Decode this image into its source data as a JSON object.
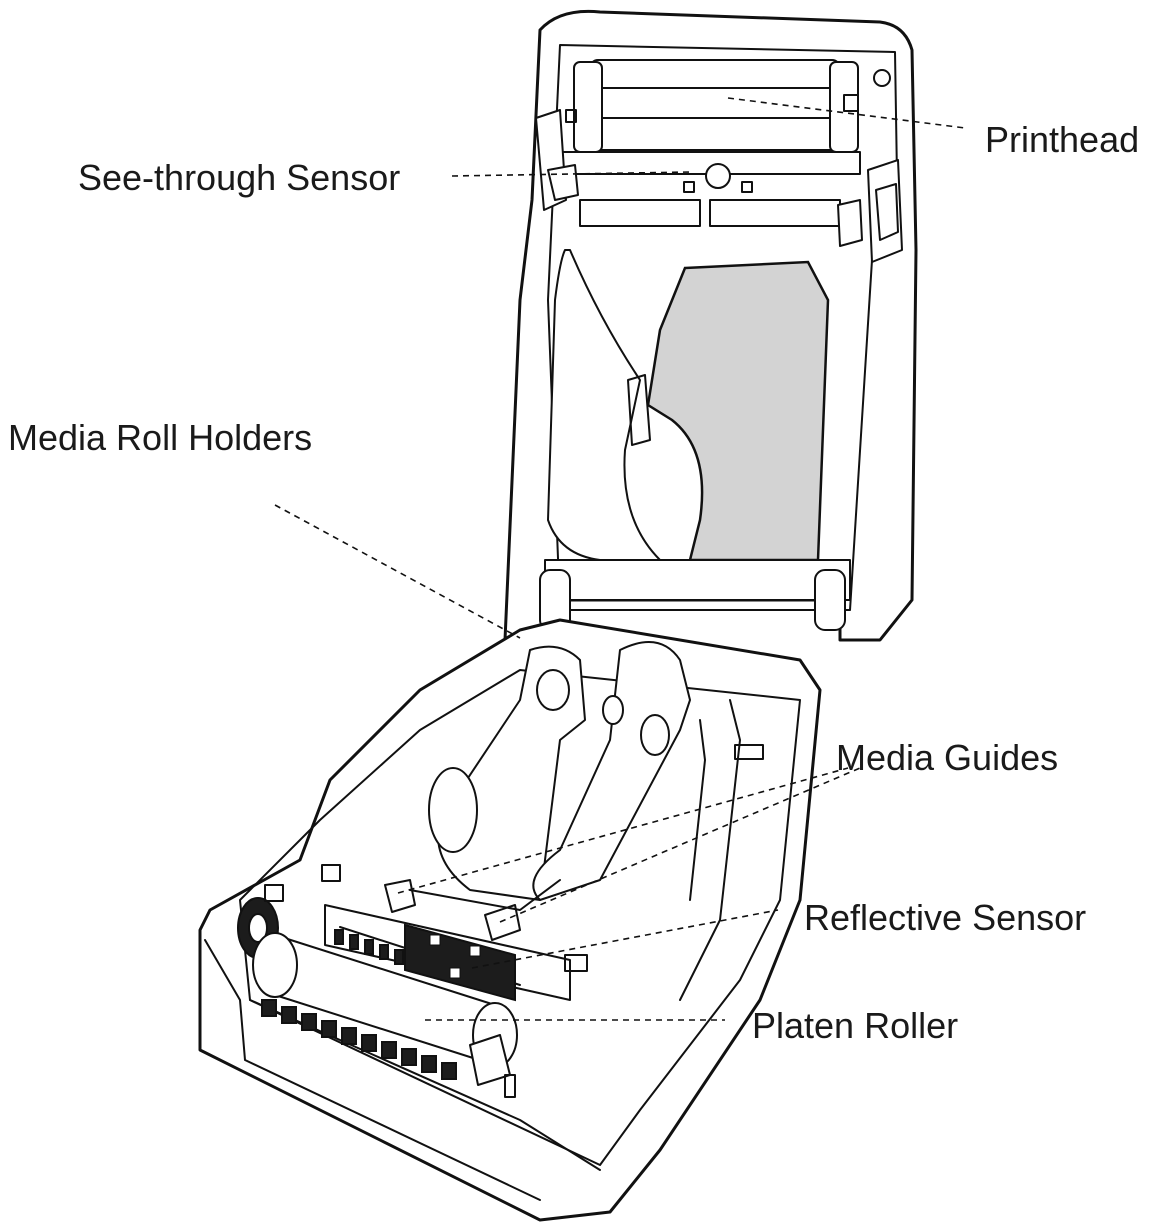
{
  "labels": {
    "printhead": "Printhead",
    "see_through_sensor": "See-through Sensor",
    "media_roll_holders": "Media Roll Holders",
    "media_guides": "Media Guides",
    "reflective_sensor": "Reflective Sensor",
    "platen_roller": "Platen Roller"
  }
}
